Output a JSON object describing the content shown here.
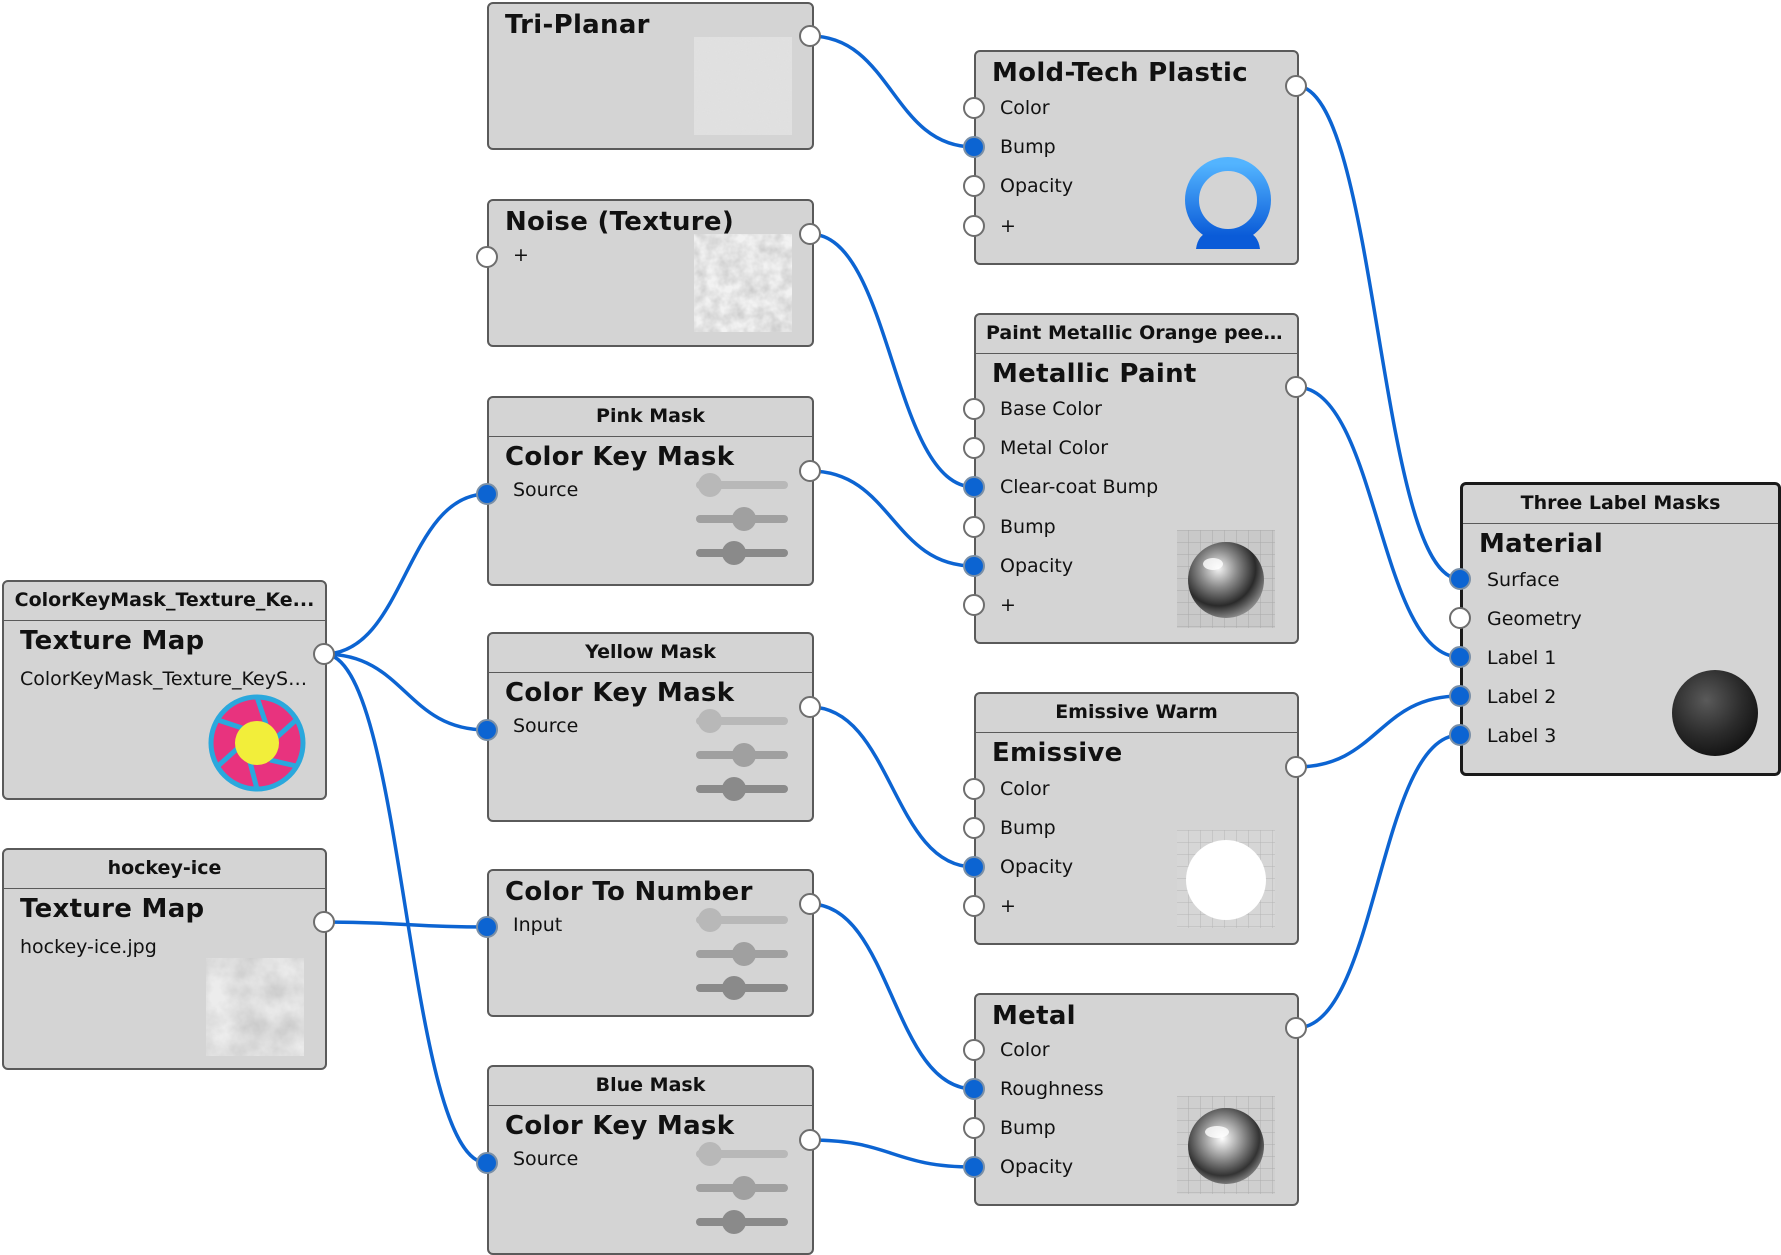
{
  "colors": {
    "wire": "#0c64d2",
    "node_bg": "#d4d4d4",
    "port_active": "#0c64d2",
    "port_idle": "#ffffff"
  },
  "nodes": {
    "triplanar": {
      "title": "Tri-Planar"
    },
    "noise": {
      "title": "Noise (Texture)",
      "ports": [
        "+"
      ]
    },
    "pink_mask": {
      "header": "Pink Mask",
      "title": "Color Key Mask",
      "ports": [
        "Source"
      ]
    },
    "yellow_mask": {
      "header": "Yellow Mask",
      "title": "Color Key Mask",
      "ports": [
        "Source"
      ]
    },
    "color_to_number": {
      "title": "Color To Number",
      "ports": [
        "Input"
      ]
    },
    "blue_mask": {
      "header": "Blue Mask",
      "title": "Color Key Mask",
      "ports": [
        "Source"
      ]
    },
    "colorkey_texture": {
      "header": "ColorKeyMask_Texture_Ke...",
      "title": "Texture Map",
      "file": "ColorKeyMask_Texture_KeySh..."
    },
    "hockey_ice": {
      "header": "hockey-ice",
      "title": "Texture Map",
      "file": "hockey-ice.jpg"
    },
    "moldtech": {
      "title": "Mold-Tech Plastic",
      "ports": [
        "Color",
        "Bump",
        "Opacity",
        "+"
      ]
    },
    "metallic_paint": {
      "header": "Paint Metallic Orange peel ...",
      "title": "Metallic Paint",
      "ports": [
        "Base Color",
        "Metal Color",
        "Clear-coat Bump",
        "Bump",
        "Opacity",
        "+"
      ]
    },
    "emissive": {
      "header": "Emissive Warm",
      "title": "Emissive",
      "ports": [
        "Color",
        "Bump",
        "Opacity",
        "+"
      ]
    },
    "metal": {
      "title": "Metal",
      "ports": [
        "Color",
        "Roughness",
        "Bump",
        "Opacity"
      ]
    },
    "material": {
      "header": "Three Label Masks",
      "title": "Material",
      "ports": [
        "Surface",
        "Geometry",
        "Label 1",
        "Label 2",
        "Label 3"
      ]
    }
  },
  "connections": [
    {
      "from": "triplanar.out",
      "to": "moldtech.Bump"
    },
    {
      "from": "noise.out",
      "to": "metallic_paint.Clear-coat Bump"
    },
    {
      "from": "pink_mask.out",
      "to": "metallic_paint.Opacity"
    },
    {
      "from": "yellow_mask.out",
      "to": "emissive.Opacity"
    },
    {
      "from": "color_to_number.out",
      "to": "metal.Roughness"
    },
    {
      "from": "blue_mask.out",
      "to": "metal.Opacity"
    },
    {
      "from": "colorkey_texture.out",
      "to": "pink_mask.Source"
    },
    {
      "from": "colorkey_texture.out",
      "to": "yellow_mask.Source"
    },
    {
      "from": "colorkey_texture.out",
      "to": "blue_mask.Source"
    },
    {
      "from": "hockey_ice.out",
      "to": "color_to_number.Input"
    },
    {
      "from": "moldtech.out",
      "to": "material.Surface"
    },
    {
      "from": "metallic_paint.out",
      "to": "material.Label 1"
    },
    {
      "from": "emissive.out",
      "to": "material.Label 2"
    },
    {
      "from": "metal.out",
      "to": "material.Label 3"
    }
  ]
}
